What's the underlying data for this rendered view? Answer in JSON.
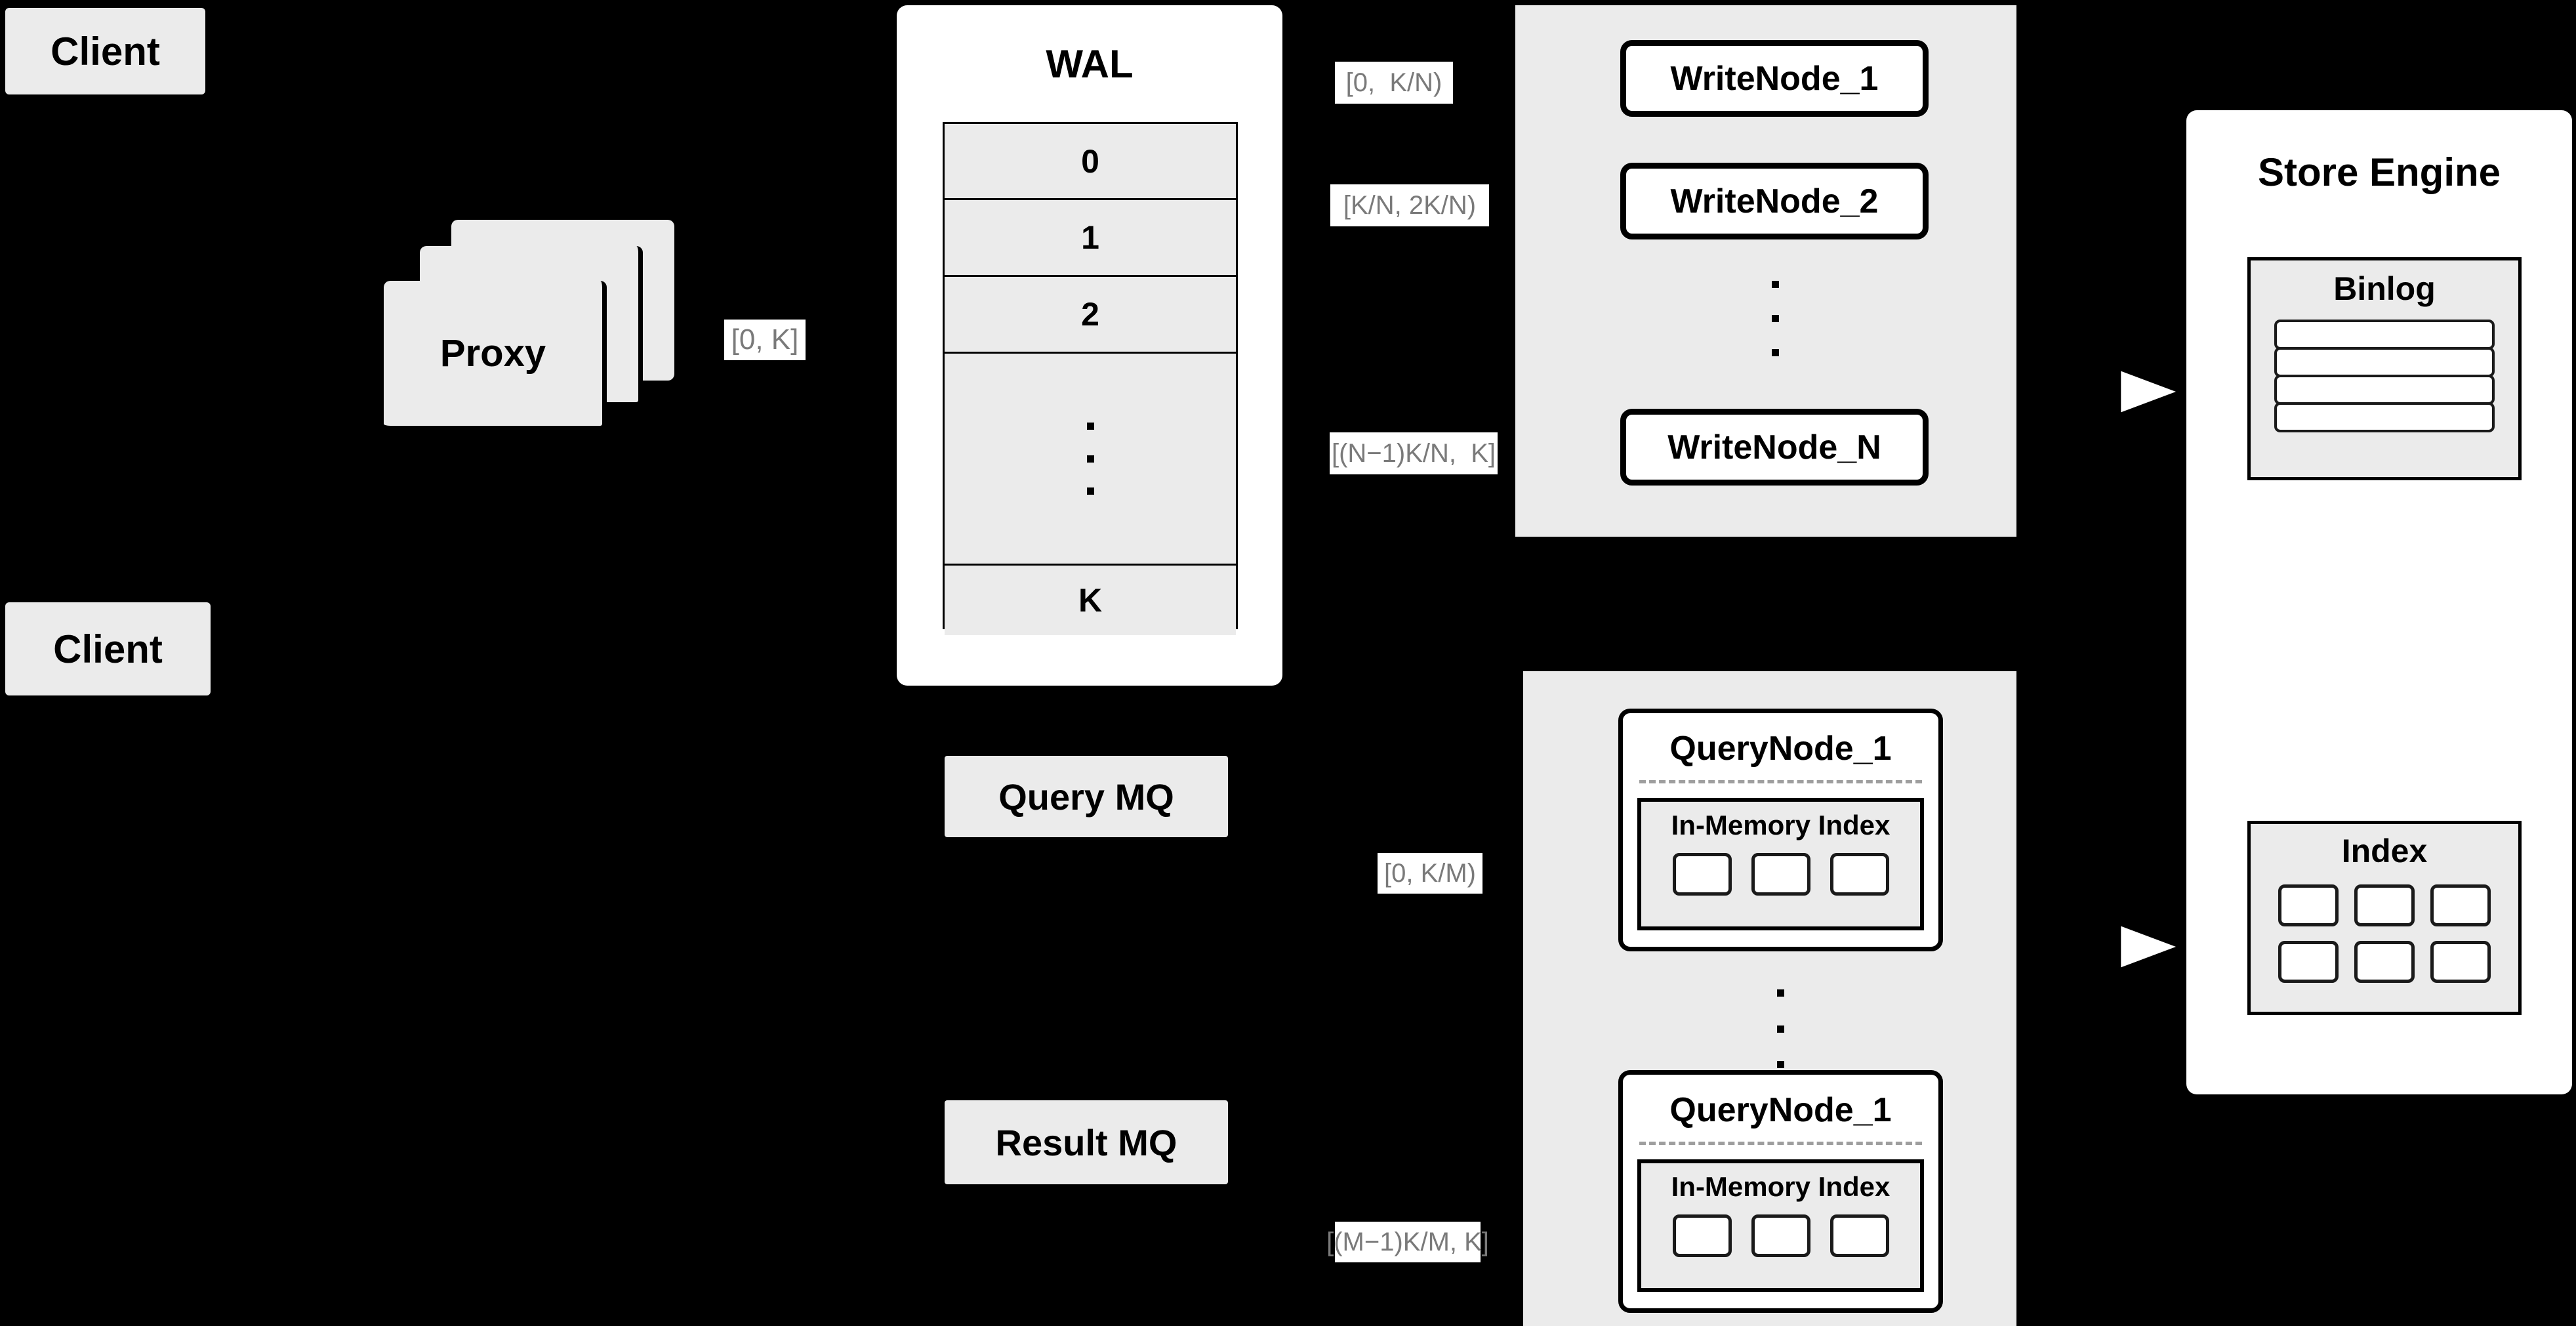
{
  "diagram": {
    "background_color": "#000000",
    "node_fill": "#ebebeb",
    "panel_fill": "#ffffff",
    "tag_text_color": "#7a7a7a",
    "border_color": "#000000"
  },
  "clients": [
    {
      "label": "Client"
    },
    {
      "label": "Client"
    }
  ],
  "proxy": {
    "label": "Proxy",
    "stack_count": 3
  },
  "tags": {
    "proxy_to_wal": "[0, K]",
    "write_node_1": "[0,  K/N)",
    "write_node_2": "[K/N, 2K/N)",
    "write_node_n": "[(N−1)K/N,  K]",
    "query_node_1": "[0, K/M)",
    "query_node_m": "[(M−1)K/M, K]"
  },
  "wal": {
    "title": "WAL",
    "rows": [
      "0",
      "1",
      "2",
      "·\n·\n·",
      "K"
    ],
    "row_labels": [
      "0",
      "1",
      "2",
      "K"
    ],
    "ellipsis": "dots"
  },
  "message_queues": [
    {
      "label": "Query MQ"
    },
    {
      "label": "Result MQ"
    }
  ],
  "write_cluster": {
    "nodes": [
      {
        "label": "WriteNode_1"
      },
      {
        "label": "WriteNode_2"
      },
      {
        "label": "WriteNode_N"
      }
    ],
    "ellipsis": "dots"
  },
  "query_cluster": {
    "nodes": [
      {
        "label": "QueryNode_1",
        "index": {
          "title": "In-Memory Index",
          "chip_count": 3
        }
      },
      {
        "label": "QueryNode_1",
        "index": {
          "title": "In-Memory Index",
          "chip_count": 3
        }
      }
    ],
    "ellipsis": "dots"
  },
  "store_engine": {
    "title": "Store Engine",
    "binlog": {
      "title": "Binlog",
      "bar_count": 4
    },
    "index": {
      "title": "Index",
      "chip_count": 6
    }
  }
}
